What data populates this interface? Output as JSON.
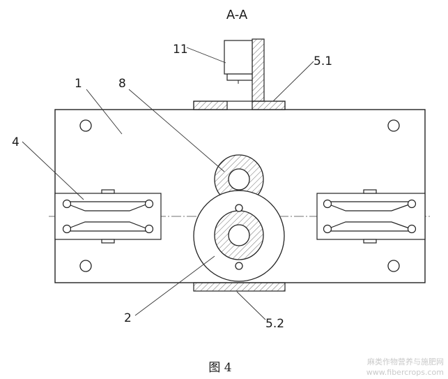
{
  "section_title": "A-A",
  "labels": {
    "l1": "1",
    "l2": "2",
    "l4": "4",
    "l8": "8",
    "l11": "11",
    "l51": "5.1",
    "l52": "5.2"
  },
  "caption": "图 4",
  "watermark": {
    "line1": "麻类作物营养与施肥网",
    "line2": "www.fibercrops.com"
  }
}
